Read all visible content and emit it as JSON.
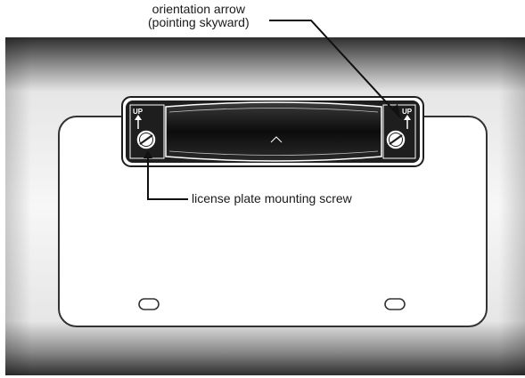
{
  "callouts": {
    "orientation_line1": "orientation arrow",
    "orientation_line2": "(pointing skyward)",
    "mounting_screw": "license plate mounting screw"
  },
  "markings": {
    "up_left": "UP",
    "up_right": "UP"
  },
  "colors": {
    "bumper_shadow": "#3a3a3a",
    "bumper_face": "#f4f4f4",
    "plate_outline": "#333333",
    "bracket_body": "#1e1e1e",
    "leader_line": "#111111"
  }
}
